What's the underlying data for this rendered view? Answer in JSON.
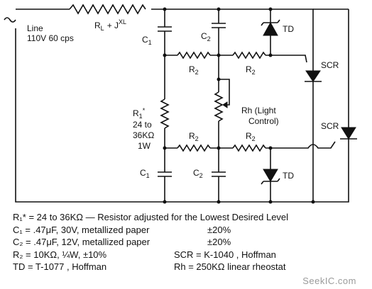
{
  "schematic": {
    "line_label": "Line",
    "line_spec": "110V 60 cps",
    "series_label": "R",
    "series_sub": "L",
    "series_plus": "+ J",
    "series_sup": "XL",
    "c1_label": "C",
    "c1_sub": "1",
    "c2_label": "C",
    "c2_sub": "2",
    "r2_label": "R",
    "r2_sub": "2",
    "r1_name": "R",
    "r1_sub": "1",
    "r1_star": "*",
    "r1_range_a": "24 to",
    "r1_range_b": "36KΩ",
    "r1_watts": "1W",
    "td_label": "TD",
    "scr_label": "SCR",
    "rh_line1": "Rh (Light",
    "rh_line2": "Control)"
  },
  "legend": {
    "r1": "R₁* = 24 to 36KΩ — Resistor adjusted for the Lowest Desired Level",
    "c1_spec": "C₁ = .47μF, 30V, metallized paper",
    "c1_tol": "±20%",
    "c2_spec": "C₂ = .47μF, 12V, metallized paper",
    "c2_tol": "±20%",
    "r2_spec": "R₂ = 10KΩ, ¼W, ±10%",
    "scr_spec": "SCR = K-1040 , Hoffman",
    "td_spec": "TD = T-1077 , Hoffman",
    "rh_spec": "Rh = 250KΩ linear rheostat"
  },
  "watermark": "SeekIC.com"
}
